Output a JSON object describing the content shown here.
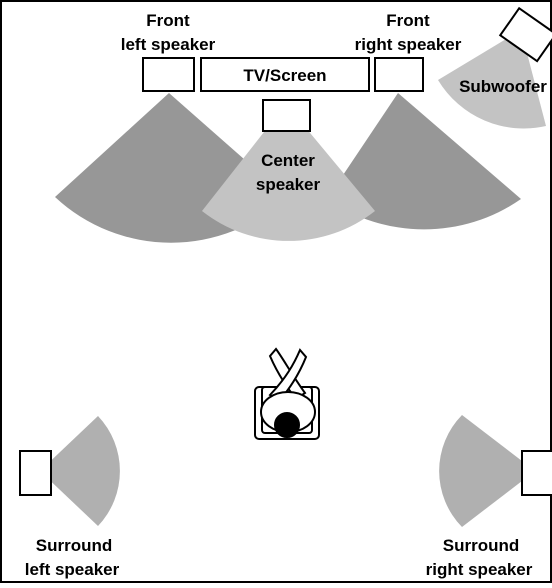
{
  "labels": {
    "front_left": [
      "Front",
      "left speaker"
    ],
    "front_right": [
      "Front",
      "right speaker"
    ],
    "tv": "TV/Screen",
    "subwoofer": "Subwoofer",
    "center": [
      "Center",
      "speaker"
    ],
    "surround_left": [
      "Surround",
      "left speaker"
    ],
    "surround_right": [
      "Surround",
      "right speaker"
    ]
  },
  "colors": {
    "front_cone": "#979797",
    "center_cone": "#c3c3c3",
    "surround_cone": "#b0b0b0",
    "outline": "#000000",
    "background": "#ffffff"
  }
}
